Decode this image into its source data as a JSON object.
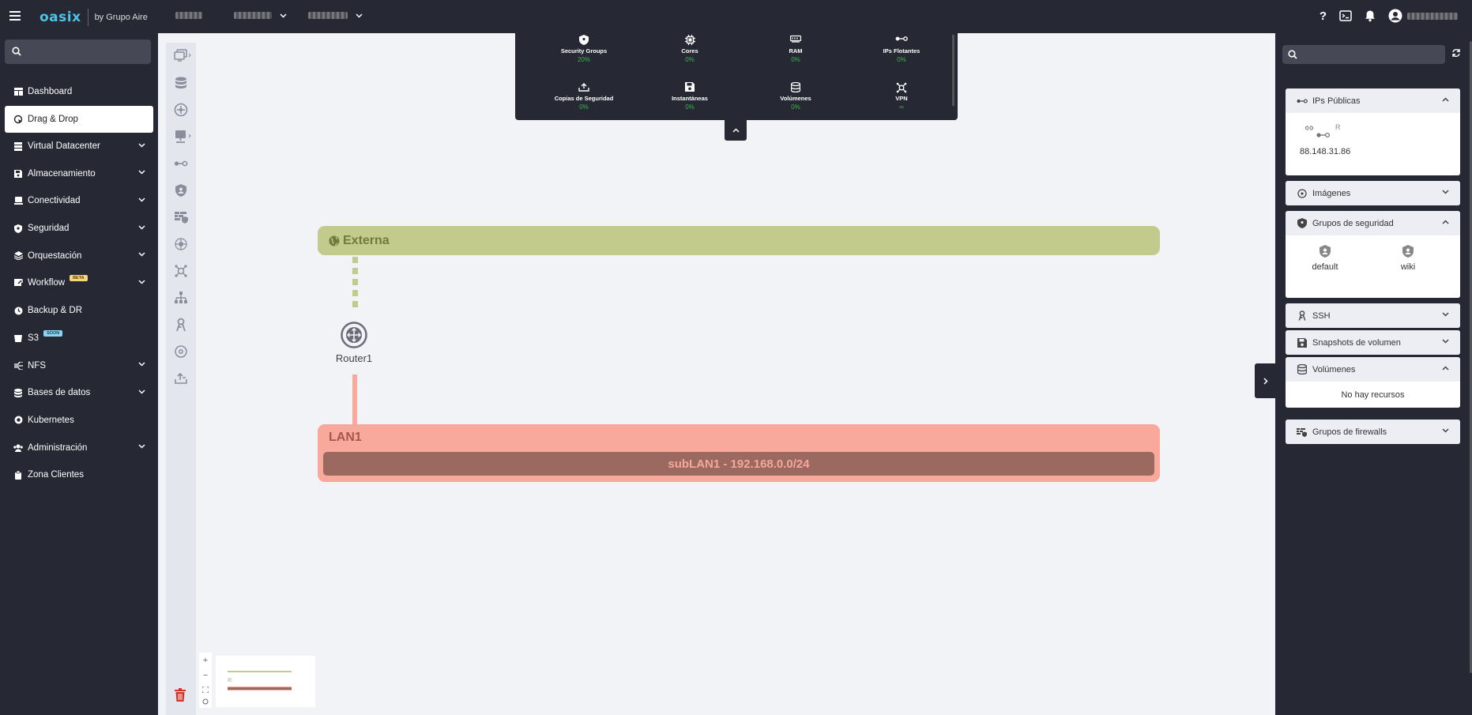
{
  "header": {
    "brand": "oasix",
    "by": "by Grupo Aire",
    "icons": [
      "menu-icon",
      "help-icon",
      "console-icon",
      "bell-icon",
      "user-icon"
    ],
    "help_label": "?"
  },
  "sidebar": {
    "items": [
      {
        "label": "Dashboard",
        "icon": "dashboard-icon"
      },
      {
        "label": "Drag & Drop",
        "icon": "drag-drop-icon"
      },
      {
        "label": "Virtual Datacenter",
        "icon": "datacenter-icon"
      },
      {
        "label": "Almacenamiento",
        "icon": "storage-icon"
      },
      {
        "label": "Conectividad",
        "icon": "connectivity-icon"
      },
      {
        "label": "Seguridad",
        "icon": "shield-icon"
      },
      {
        "label": "Orquestación",
        "icon": "orchestration-icon"
      },
      {
        "label": "Workflow",
        "icon": "workflow-icon",
        "badge": "BETA"
      },
      {
        "label": "Backup & DR",
        "icon": "backup-icon"
      },
      {
        "label": "S3",
        "icon": "bucket-icon",
        "badge": "SOON"
      },
      {
        "label": "NFS",
        "icon": "nfs-icon"
      },
      {
        "label": "Bases de datos",
        "icon": "database-icon"
      },
      {
        "label": "Kubernetes",
        "icon": "kubernetes-icon"
      },
      {
        "label": "Administración",
        "icon": "admin-icon"
      },
      {
        "label": "Zona Clientes",
        "icon": "clients-icon"
      }
    ]
  },
  "quota": {
    "items": [
      {
        "label": "Security Groups",
        "value": "20%",
        "icon": "shield-icon"
      },
      {
        "label": "Cores",
        "value": "0%",
        "icon": "cpu-icon"
      },
      {
        "label": "RAM",
        "value": "0%",
        "icon": "ram-icon"
      },
      {
        "label": "IPs Flotantes",
        "value": "0%",
        "icon": "floating-ip-icon"
      },
      {
        "label": "Copias de Seguridad",
        "value": "0%",
        "icon": "backup-icon"
      },
      {
        "label": "Instantáneas",
        "value": "0%",
        "icon": "floppy-icon"
      },
      {
        "label": "Volúmenes",
        "value": "0%",
        "icon": "volume-icon"
      },
      {
        "label": "VPN",
        "value": "∞",
        "icon": "vpn-icon"
      }
    ]
  },
  "network": {
    "external_label": "Externa",
    "router_label": "Router1",
    "lan_label": "LAN1",
    "subnet_label": "subLAN1 - 192.168.0.0/24"
  },
  "right_panel": {
    "public_ips": {
      "title": "IPs Públicas",
      "r_label": "R",
      "ip": "88.148.31.86"
    },
    "images": {
      "title": "Imágenes"
    },
    "security_groups": {
      "title": "Grupos de seguridad",
      "groups": [
        "default",
        "wiki"
      ]
    },
    "ssh": {
      "title": "SSH"
    },
    "snapshots": {
      "title": "Snapshots de volumen"
    },
    "volumes": {
      "title": "Volúmenes",
      "empty": "No hay recursos"
    },
    "firewalls": {
      "title": "Grupos de firewalls"
    }
  },
  "colors": {
    "dark": "#262833",
    "externa": "#c2cb8b",
    "lan": "#f8a99c",
    "subnet": "#9c6961",
    "brand": "#4ec3e8",
    "quota_value": "#3bb54a",
    "trash": "#d93025"
  }
}
